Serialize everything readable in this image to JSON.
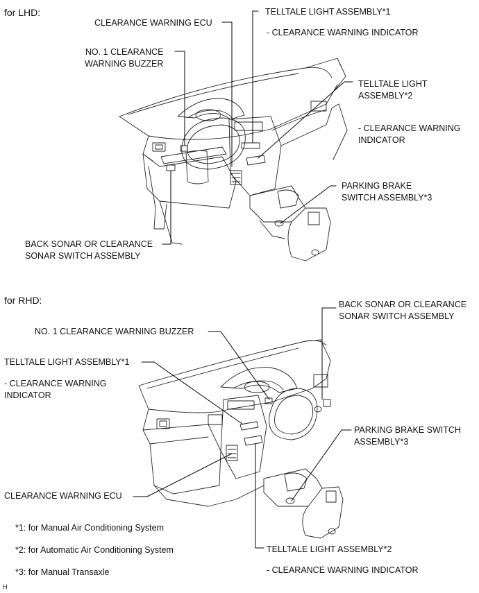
{
  "lhd": {
    "header": "for LHD:",
    "labels": {
      "clearance_ecu": "CLEARANCE WARNING ECU",
      "telltale1": "TELLTALE LIGHT ASSEMBLY*1",
      "telltale1_ind": "- CLEARANCE WARNING INDICATOR",
      "buzzer": "NO. 1 CLEARANCE\nWARNING BUZZER",
      "telltale2": "TELLTALE LIGHT\nASSEMBLY*2",
      "telltale2_ind": "- CLEARANCE WARNING\nINDICATOR",
      "parking": "PARKING BRAKE\nSWITCH ASSEMBLY*3",
      "sonar": "BACK SONAR OR CLEARANCE\nSONAR SWITCH ASSEMBLY"
    }
  },
  "rhd": {
    "header": "for RHD:",
    "labels": {
      "sonar": "BACK SONAR OR CLEARANCE\nSONAR SWITCH ASSEMBLY",
      "buzzer": "NO. 1 CLEARANCE WARNING BUZZER",
      "telltale1": "TELLTALE LIGHT ASSEMBLY*1",
      "telltale1_ind": "- CLEARANCE WARNING\nINDICATOR",
      "parking": "PARKING BRAKE SWITCH\nASSEMBLY*3",
      "clearance_ecu": "CLEARANCE WARNING ECU",
      "telltale2": "TELLTALE LIGHT ASSEMBLY*2",
      "telltale2_ind": "- CLEARANCE WARNING INDICATOR"
    }
  },
  "footnotes": [
    "*1: for Manual Air Conditioning System",
    "*2: for Automatic Air Conditioning System",
    "*3: for Manual Transaxle"
  ],
  "figure_code": "H"
}
